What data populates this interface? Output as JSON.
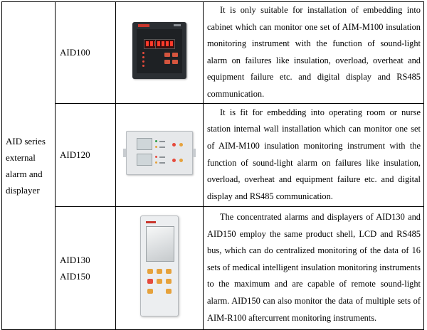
{
  "series_label": "AID series external alarm and displayer",
  "products": [
    {
      "model": "AID100",
      "image_icon": "aid100-panel-device-image",
      "description": "It is only suitable for installation of embedding into cabinet which can monitor one set of AIM-M100 insulation monitoring instrument with the function of sound-light alarm on failures like insulation, overload, overheat and equipment failure etc. and digital display and RS485 communication."
    },
    {
      "model": "AID120",
      "image_icon": "aid120-wall-device-image",
      "description": "It is fit for embedding into operating room or nurse station internal wall installation which can monitor one set of AIM-M100 insulation monitoring instrument with the function of sound-light alarm on failures like insulation, overload, overheat and equipment failure etc. and digital display and RS485 communication."
    },
    {
      "model_line1": "AID130",
      "model_line2": "AID150",
      "image_icon": "aid130-aid150-device-image",
      "description": "The concentrated alarms and displayers of AID130 and AID150 employ the same product shell, LCD and RS485 bus, which can do centralized monitoring of the data of 16 sets of medical intelligent insulation monitoring instruments to the maximum and are capable of remote sound-light alarm. AID150 can also monitor the data of multiple sets of AIM-R100 aftercurrent monitoring instruments."
    }
  ],
  "colors": {
    "border": "#000000",
    "alarm_red": "#e64a3c",
    "button_orange": "#d4553e",
    "device_dark": "#2b2f33",
    "device_light": "#e6e8ea"
  }
}
